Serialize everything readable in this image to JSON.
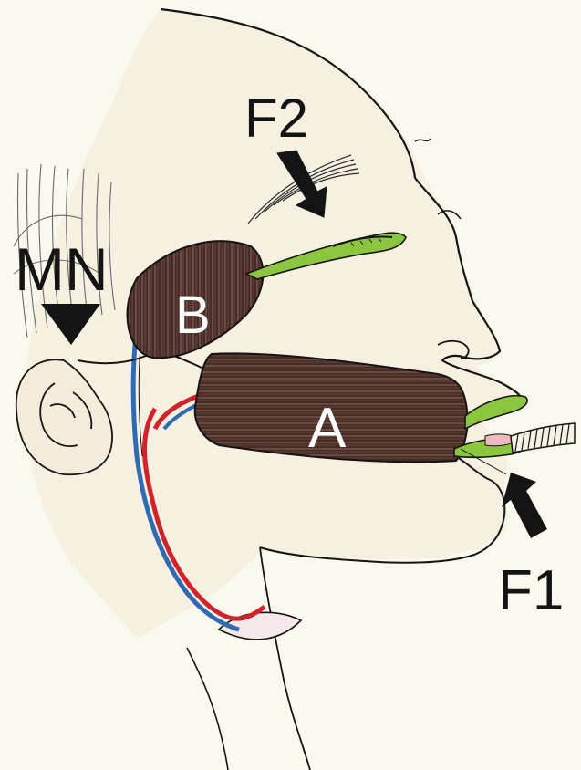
{
  "labels": {
    "f2": "F2",
    "mn": "MN",
    "b": "B",
    "a": "A",
    "f1": "F1"
  },
  "colors": {
    "paper": "#fbf8ee",
    "ink": "#141414",
    "muscle": "#4a2c26",
    "muscle_stripe": "#7a5a52",
    "graft_green": "#8cc63f",
    "artery_red": "#d2232a",
    "vein_blue": "#2f6bb3",
    "skin_shade": "#f1ead8"
  },
  "icons": {
    "f1_pointer": "arrow-up-left-icon",
    "f2_pointer": "arrow-down-right-icon",
    "mn_pointer": "triangle-down-icon"
  }
}
